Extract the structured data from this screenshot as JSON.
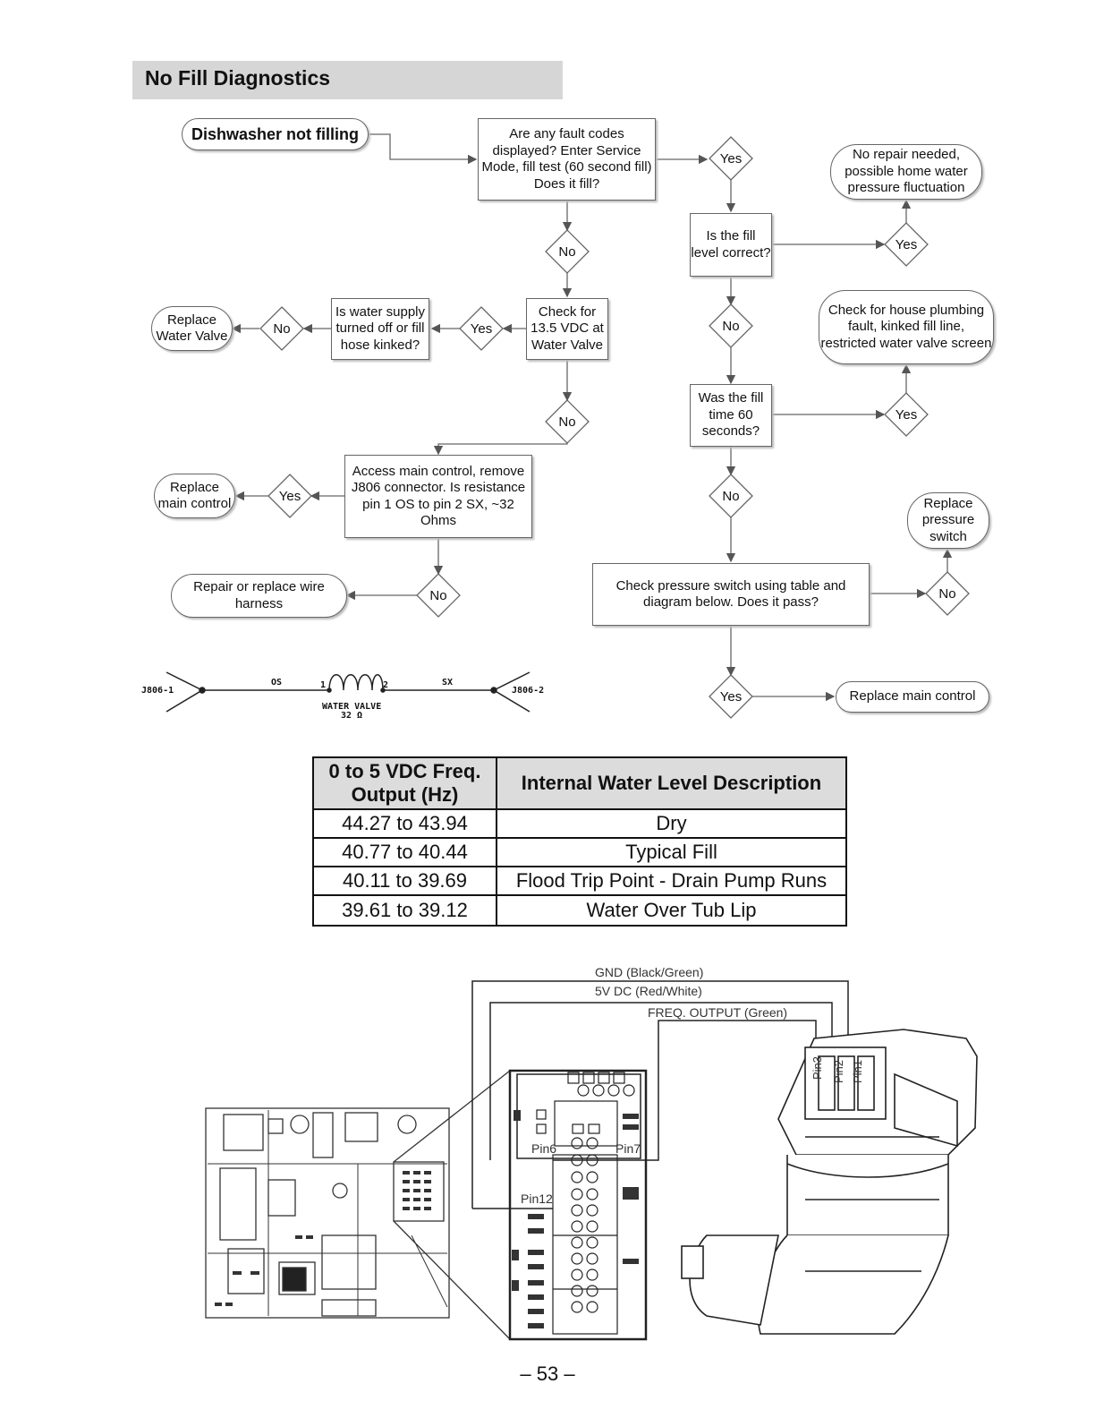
{
  "page": {
    "title": "No Fill Diagnostics",
    "page_number": "– 53 –"
  },
  "flowchart": {
    "start": "Dishwasher not filling",
    "q_fault_codes": "Are any fault codes displayed? Enter Service Mode, fill test (60 second fill) Does it fill?",
    "q_13v": "Check for 13.5 VDC at Water Valve",
    "q_supply": "Is water supply turned off or fill hose kinked?",
    "r_replace_valve": "Replace Water Valve",
    "q_resistance": "Access main control, remove J806  connector. Is resistance pin 1 OS to pin 2 SX, ~32 Ohms",
    "r_replace_main_1": "Replace main control",
    "r_wire_harness": "Repair or replace wire harness",
    "q_fill_level": "Is the fill level correct?",
    "r_no_repair": "No repair needed, possible home water pressure fluctuation",
    "q_fill_time": "Was the fill time 60 seconds?",
    "r_plumbing": "Check for house plumbing fault, kinked fill line, restricted water valve screen",
    "q_pressure_switch": "Check pressure switch using table and diagram below. Does it pass?",
    "r_replace_switch": "Replace pressure switch",
    "r_replace_main_2": "Replace main control",
    "yes": "Yes",
    "no": "No"
  },
  "schematic": {
    "left_connector": "J806-1",
    "right_connector": "J806-2",
    "left_wire": "OS",
    "right_wire": "SX",
    "pin_1": "1",
    "pin_2": "2",
    "component": "WATER VALVE",
    "resistance": "32 Ω"
  },
  "table": {
    "headers": [
      "0 to 5 VDC Freq. Output (Hz)",
      "Internal Water Level Description"
    ],
    "rows": [
      [
        "44.27 to 43.94",
        "Dry"
      ],
      [
        "40.77 to 40.44",
        "Typical Fill"
      ],
      [
        "40.11 to 39.69",
        "Flood Trip Point - Drain Pump Runs"
      ],
      [
        "39.61 to 39.12",
        "Water Over Tub Lip"
      ]
    ]
  },
  "wiring": {
    "gnd": "GND (Black/Green)",
    "v5": "5V DC (Red/White)",
    "freq": "FREQ. OUTPUT (Green)",
    "pin1": "Pin1",
    "pin2": "Pin2",
    "pin3": "Pin3",
    "pin6": "Pin6",
    "pin7": "Pin7",
    "pin12": "Pin12"
  }
}
